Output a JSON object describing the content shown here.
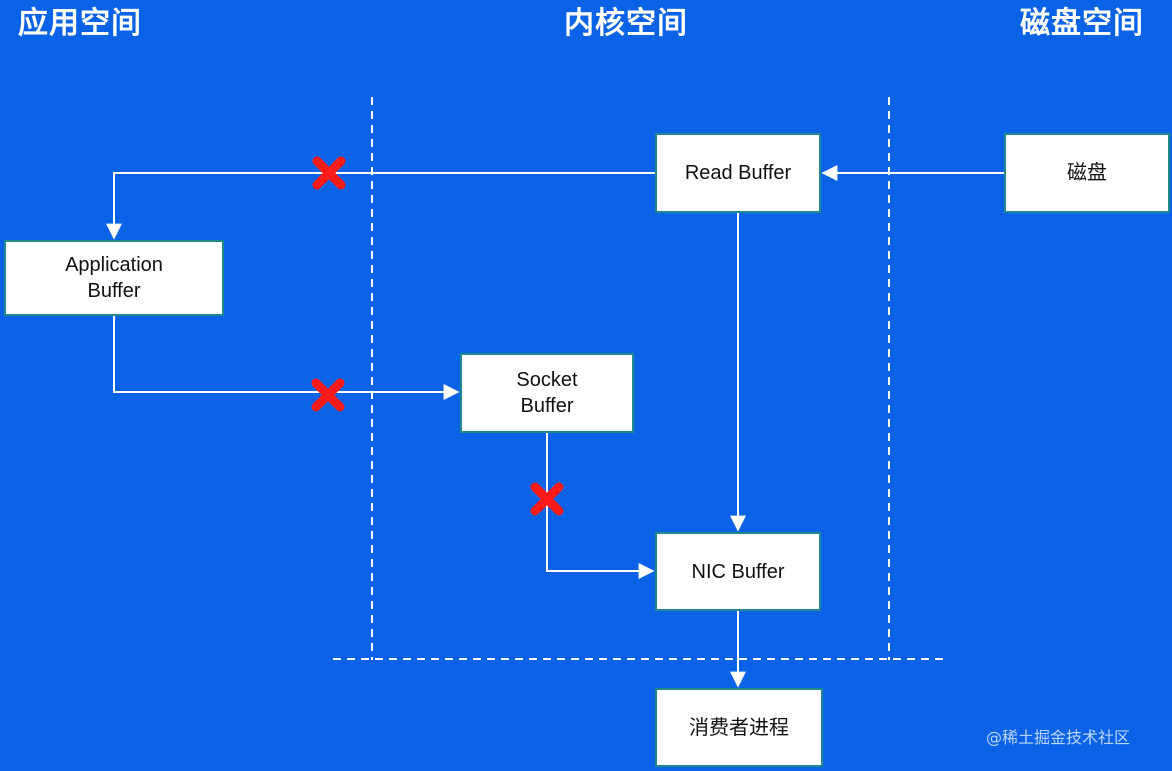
{
  "headers": {
    "app_space": "应用空间",
    "kernel_space": "内核空间",
    "disk_space": "磁盘空间"
  },
  "boxes": {
    "read_buffer": "Read Buffer",
    "disk": "磁盘",
    "application_buffer": [
      "Application",
      "Buffer"
    ],
    "socket_buffer": [
      "Socket",
      "Buffer"
    ],
    "nic_buffer": "NIC Buffer",
    "consumer_process": "消费者进程"
  },
  "watermark": "@稀土掘金技术社区",
  "colors": {
    "background": "#0a63e6",
    "box_fill": "#ffffff",
    "box_border": "#1f8a8a",
    "connector": "#ffffff",
    "cross_mark": "#ff1a1a"
  }
}
